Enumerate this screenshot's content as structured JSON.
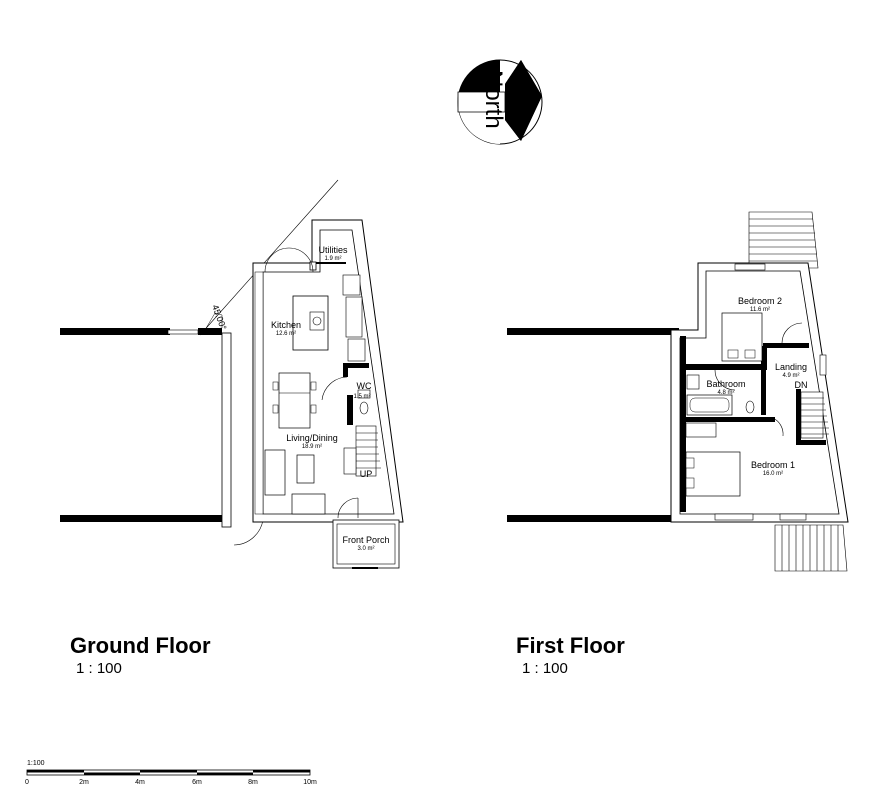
{
  "north_label": "North",
  "angle_label": "45.00°",
  "ground_floor": {
    "title": "Ground Floor",
    "scale": "1 : 100",
    "rooms": {
      "utilities": {
        "name": "Utilities",
        "area": "1.9 m²"
      },
      "kitchen": {
        "name": "Kitchen",
        "area": "12.6 m²"
      },
      "wc": {
        "name": "WC",
        "area": "1.5 m²"
      },
      "living": {
        "name": "Living/Dining",
        "area": "18.9 m²"
      },
      "porch": {
        "name": "Front Porch",
        "area": "3.0 m²"
      }
    },
    "stair_label": "UP"
  },
  "first_floor": {
    "title": "First Floor",
    "scale": "1 : 100",
    "rooms": {
      "bedroom2": {
        "name": "Bedroom 2",
        "area": "11.6 m²"
      },
      "landing": {
        "name": "Landing",
        "area": "4.9 m²"
      },
      "bathroom": {
        "name": "Bathroom",
        "area": "4.8 m²"
      },
      "bedroom1": {
        "name": "Bedroom 1",
        "area": "16.0 m²"
      }
    },
    "stair_label": "DN"
  },
  "scale_bar": {
    "label": "1:100",
    "ticks": [
      "0",
      "2m",
      "4m",
      "6m",
      "8m",
      "10m"
    ]
  }
}
